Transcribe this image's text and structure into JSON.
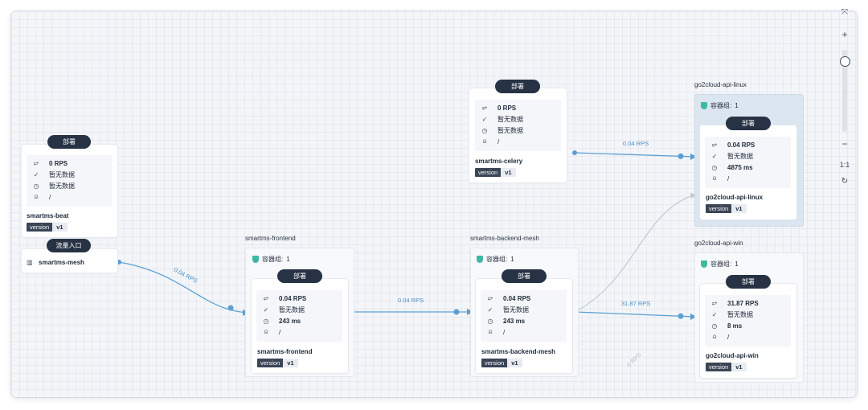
{
  "labels": {
    "deploy": "部署",
    "pods_prefix": "容器组: ",
    "no_data": "暂无数据",
    "entry": "流量入口"
  },
  "services": {
    "beat": {
      "name": "smartms-beat",
      "rps": "0 RPS",
      "success": "暂无数据",
      "latency": "暂无数据",
      "path": "/",
      "version_key": "version",
      "version": "v1"
    },
    "celery": {
      "name": "smartms-celery",
      "rps": "0 RPS",
      "success": "暂无数据",
      "latency": "暂无数据",
      "path": "/",
      "version_key": "version",
      "version": "v1"
    },
    "frontend": {
      "group": "smartms-frontend",
      "pods": "1",
      "name": "smartms-frontend",
      "rps": "0.04 RPS",
      "success": "暂无数据",
      "latency": "243 ms",
      "path": "/",
      "version_key": "version",
      "version": "v1"
    },
    "backend": {
      "group": "smartms-backend-mesh",
      "pods": "1",
      "name": "smartms-backend-mesh",
      "rps": "0.04 RPS",
      "success": "暂无数据",
      "latency": "243 ms",
      "path": "/",
      "version_key": "version",
      "version": "v1"
    },
    "linux": {
      "group": "go2cloud-api-linux",
      "pods": "1",
      "name": "go2cloud-api-linux",
      "rps": "0.04 RPS",
      "success": "暂无数据",
      "latency": "4875 ms",
      "path": "/",
      "version_key": "version",
      "version": "v1"
    },
    "win": {
      "group": "go2cloud-api-win",
      "pods": "1",
      "name": "go2cloud-api-win",
      "rps": "31.87 RPS",
      "success": "暂无数据",
      "latency": "8 ms",
      "path": "/",
      "version_key": "version",
      "version": "v1"
    }
  },
  "ingress": {
    "label": "流量入口",
    "name": "smartms-mesh"
  },
  "edges": {
    "mesh_to_frontend": "0.04 RPS",
    "frontend_to_backend": "0.04 RPS",
    "celery_to_linux": "0.04 RPS",
    "backend_to_win": "31.87 RPS",
    "backend_to_linux_faded": "0 RPS"
  },
  "toolbar": {
    "fit_icon": "fit-screen-icon",
    "zoom_in": "+",
    "zoom_out": "−",
    "reset": "1:1",
    "refresh_icon": "refresh-icon"
  },
  "colors": {
    "edge_active": "#5b9fd3",
    "edge_idle": "#c4c9d1",
    "pill": "#273244",
    "pod_ok": "#3fb8a3",
    "group_highlight": "#dbe6f0"
  }
}
